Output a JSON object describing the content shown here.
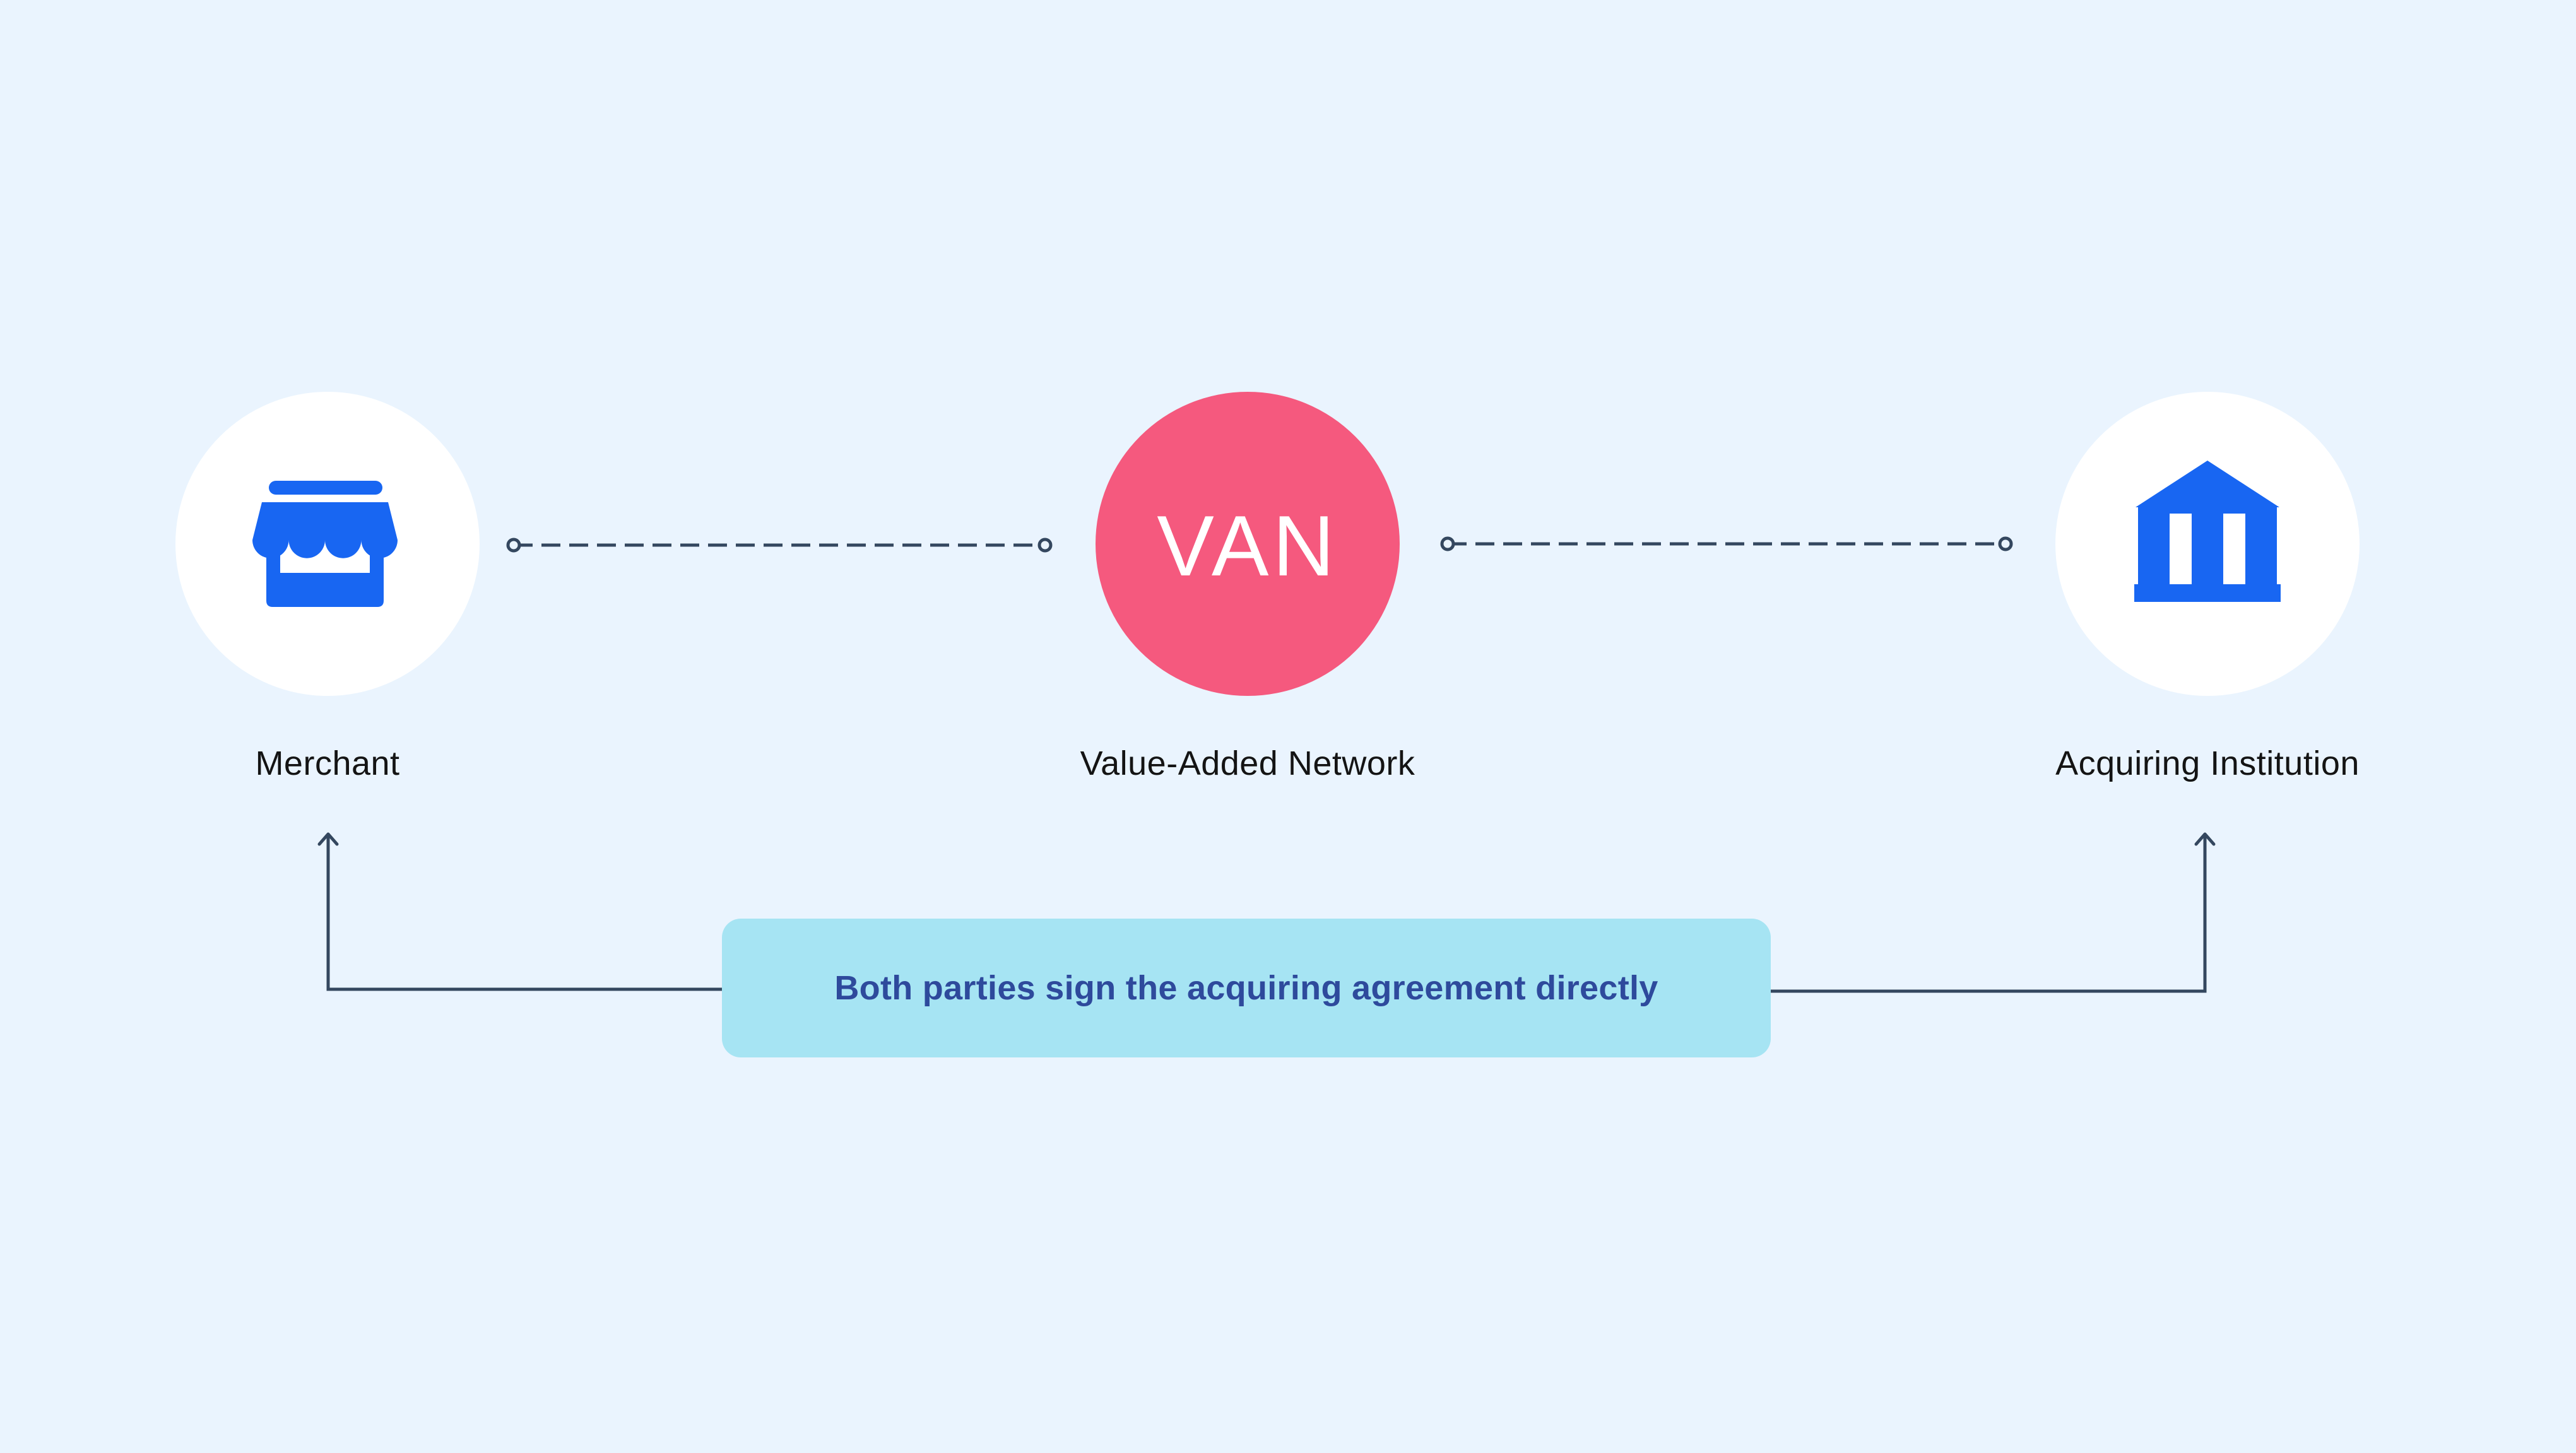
{
  "nodes": {
    "merchant": {
      "label": "Merchant",
      "icon": "storefront-icon"
    },
    "van": {
      "badge": "VAN",
      "label": "Value-Added Network"
    },
    "acquirer": {
      "label": "Acquiring Institution",
      "icon": "bank-building-icon"
    }
  },
  "callout": {
    "text": "Both parties sign the acquiring agreement directly"
  },
  "colors": {
    "background": "#EAF4FE",
    "node_circle": "#FFFFFF",
    "van_circle": "#F5597E",
    "icon": "#1866F2",
    "connector": "#34475F",
    "callout_fill": "#A6E4F3",
    "callout_text": "#2E4A9C"
  }
}
